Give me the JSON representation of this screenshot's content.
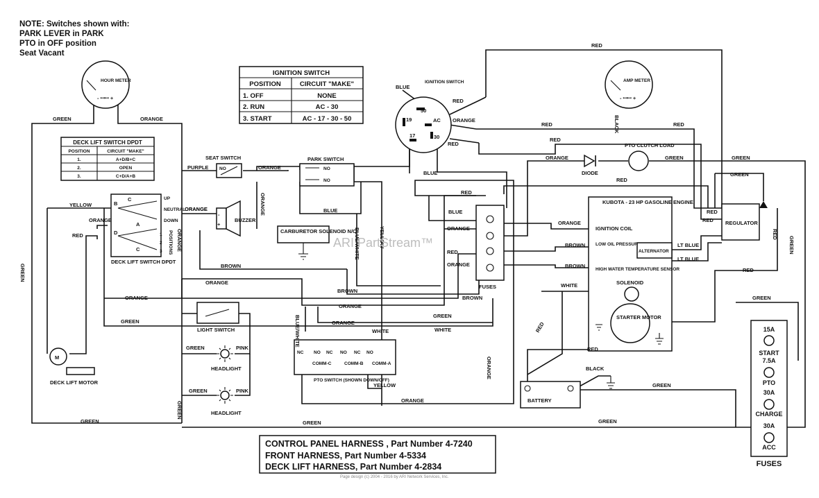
{
  "note": {
    "lines": [
      "NOTE: Switches shown with:",
      "PARK LEVER in PARK",
      "PTO in OFF position",
      "Seat Vacant"
    ]
  },
  "ignition_table": {
    "title": "IGNITION SWITCH",
    "headers": [
      "POSITION",
      "CIRCUIT \"MAKE\""
    ],
    "rows": [
      {
        "position": "1.   OFF",
        "make": "NONE"
      },
      {
        "position": "2.   RUN",
        "make": "AC - 30"
      },
      {
        "position": "3.   START",
        "make": "AC - 17 - 30 - 50"
      }
    ]
  },
  "deck_table": {
    "title": "DECK LIFT SWITCH DPDT",
    "headers": [
      "POSITION",
      "CIRCUIT \"MAKE\""
    ],
    "rows": [
      {
        "position": "1.",
        "make": "A+D/B+C"
      },
      {
        "position": "2.",
        "make": "OPEN"
      },
      {
        "position": "3.",
        "make": "C+D/A+B"
      }
    ]
  },
  "components": {
    "hour_meter": "HOUR METER",
    "amp_meter": "AMP METER",
    "ignition_switch": "IGNITION SWITCH",
    "seat_switch": "SEAT SWITCH",
    "park_switch": "PARK SWITCH",
    "buzzer": "BUZZER",
    "carb_solenoid": "CARBURETOR SOLENOID N/C",
    "deck_lift_switch": "DECK LIFT SWITCH DPDT",
    "deck_lift_motor": "DECK LIFT MOTOR",
    "light_switch": "LIGHT SWITCH",
    "headlight": "HEADLIGHT",
    "pto_switch": "PTO SWITCH (SHOWN DOWN/OFF)",
    "diode": "DIODE",
    "pto_clutch": "PTO CLUTCH LOAD",
    "regulator": "REGULATOR",
    "engine": "KUBOTA - 23 HP GASOLINE ENGINE",
    "ignition_coil": "IGNITION COIL",
    "oil_sensor": "LOW OIL PRESSURE SENSOR",
    "water_sensor": "HIGH WATER TEMPERATURE SENSOR",
    "alternator": "ALTERNATOR",
    "solenoid": "SOLENOID",
    "starter_motor": "STARTER MOTOR",
    "battery": "BATTERY",
    "fuses": "FUSES"
  },
  "switch_marks": {
    "ign_terminals": [
      "50",
      "19",
      "AC",
      "17",
      "30"
    ],
    "no": "NO",
    "nc": "NC",
    "comm_c": "COMM-C",
    "comm_b": "COMM-B",
    "comm_a": "COMM-A",
    "deck_letters": [
      "B",
      "C",
      "A",
      "D",
      "C"
    ],
    "deck_positions": [
      "UP",
      "NEUTRAL",
      "DOWN",
      "1",
      "2",
      "3",
      "POSITIONS"
    ]
  },
  "wires": {
    "red": "RED",
    "green": "GREEN",
    "orange": "ORANGE",
    "blue": "BLUE",
    "brown": "BROWN",
    "yellow": "YELLOW",
    "white": "WHITE",
    "black": "BLACK",
    "purple": "PURPLE",
    "pink": "PINK",
    "lt_blue": "LT BLUE",
    "blue_white": "BLUE/WHITE"
  },
  "fuse_block": {
    "title": "FUSES",
    "items": [
      {
        "rating": "15A",
        "name": "START"
      },
      {
        "rating": "7.5A",
        "name": "PTO"
      },
      {
        "rating": "30A",
        "name": "CHARGE"
      },
      {
        "rating": "30A",
        "name": "ACC"
      }
    ]
  },
  "harness": [
    "CONTROL PANEL HARNESS , Part Number  4-7240",
    "FRONT HARNESS, Part Number 4-5334",
    "DECK LIFT HARNESS, Part Number 4-2834"
  ],
  "watermark": "ARI PartStream™",
  "footer": "Page design (c) 2004 - 2016 by ARI Network Services, Inc."
}
